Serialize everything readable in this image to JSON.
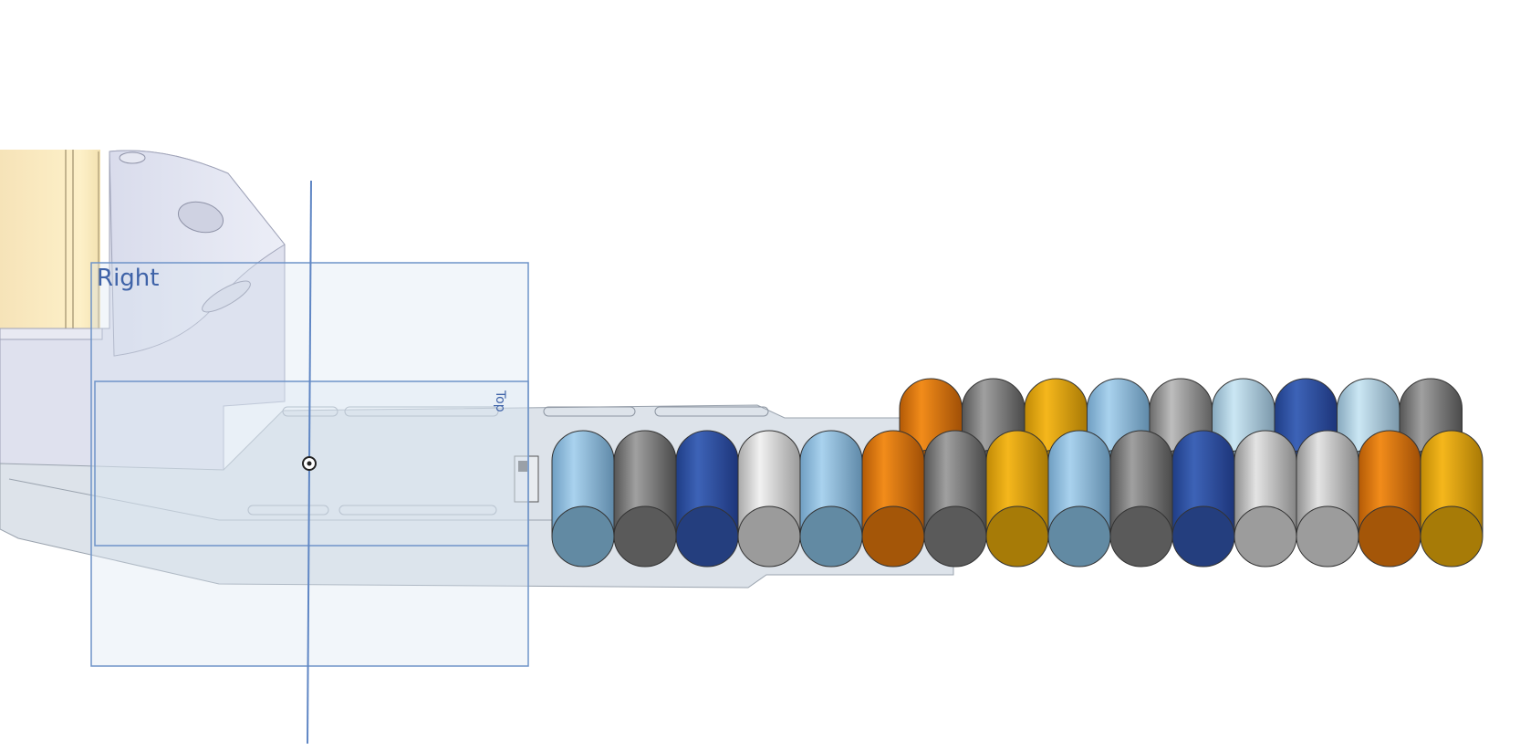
{
  "viewport": {
    "planes": {
      "right_label": "Right",
      "top_label": "Top"
    },
    "colors": {
      "plane_stroke": "#6e93c8",
      "plane_fill": "#dbe6f0",
      "label": "#3f63a8"
    },
    "cylinders": {
      "front_row": [
        "lightblue",
        "darkgray",
        "blue",
        "white",
        "lightblue",
        "orange",
        "darkgray",
        "yellow",
        "lightblue",
        "darkgray",
        "blue",
        "lightgray",
        "lightgray",
        "orange",
        "yellow"
      ],
      "back_row": [
        "orange",
        "darkgray",
        "yellow",
        "lightblue",
        "gray",
        "paleblue",
        "blue",
        "paleblue",
        "darkgray"
      ]
    }
  }
}
